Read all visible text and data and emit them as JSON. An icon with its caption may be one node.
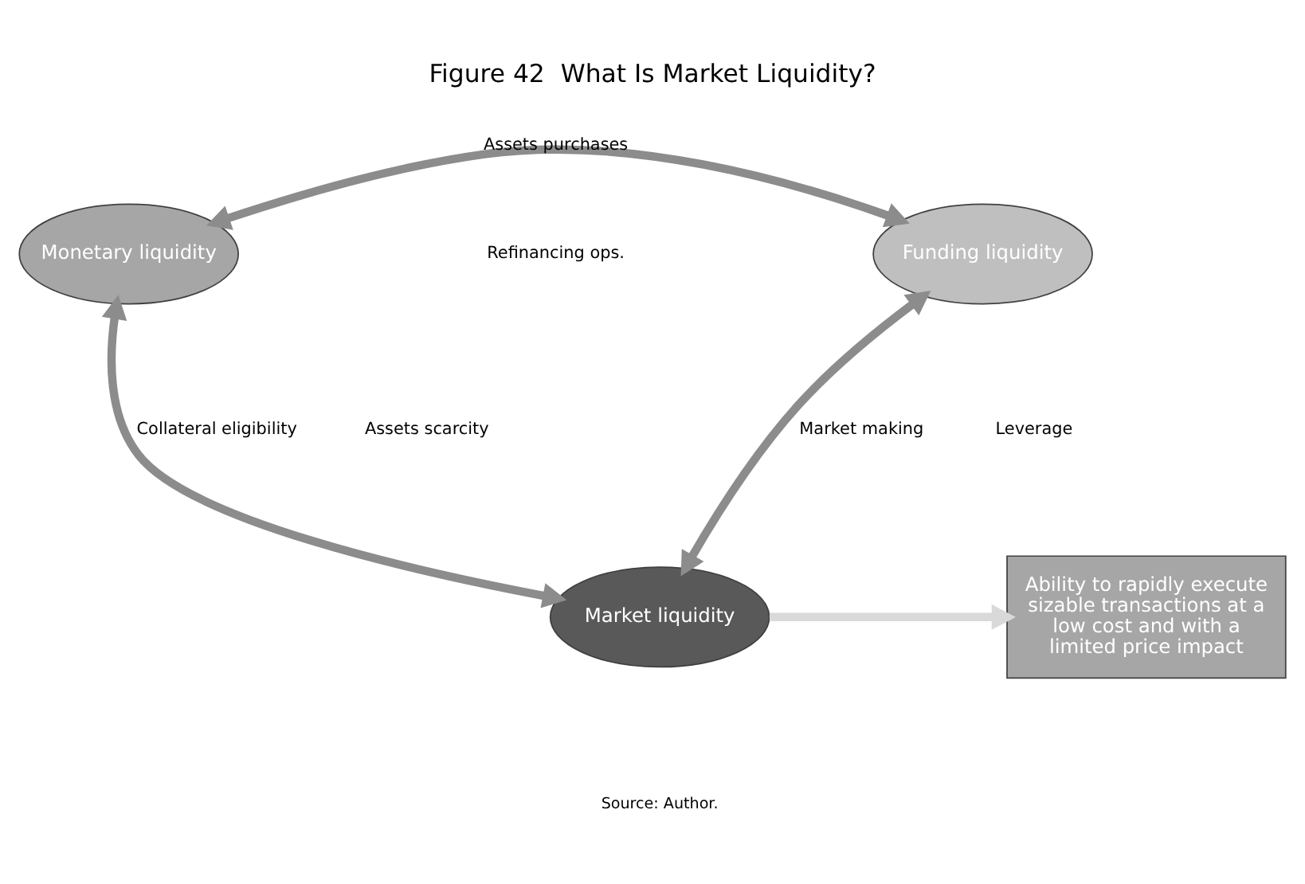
{
  "diagram": {
    "title": "Figure 42  What Is Market Liquidity?",
    "caption": "Source: Author.",
    "nodes": [
      {
        "text": [
          "Monetary liquidity"
        ]
      },
      {
        "text": [
          "Funding liquidity"
        ]
      },
      {
        "text": [
          "Market liquidity"
        ]
      },
      {
        "text": [
          "Ability to rapidly execute sizable transactions at a low cost and with a limited price impact"
        ]
      }
    ],
    "edges": [
      {
        "from": 0,
        "to": 1,
        "arrow": "both",
        "label": "Assets purchases"
      },
      {
        "from": 0,
        "to": 2,
        "arrow": "both",
        "label": "Collateral eligibility"
      },
      {
        "from": 1,
        "to": 2,
        "arrow": "both",
        "label": "Market making"
      },
      {
        "from": 2,
        "to": 3,
        "arrow": "to",
        "color": "#d9d9d9"
      }
    ],
    "labels": [
      "Refinancing ops.",
      "Assets scarcity",
      "Leverage"
    ]
  }
}
